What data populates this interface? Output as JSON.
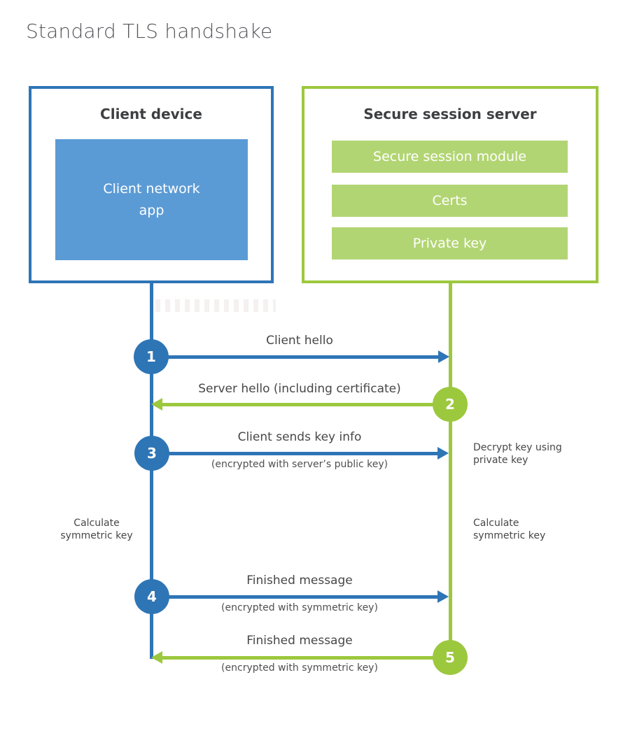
{
  "title": "Standard TLS handshake",
  "client": {
    "title": "Client device",
    "app_label": "Client network\napp"
  },
  "server": {
    "title": "Secure session server",
    "modules": [
      "Secure session module",
      "Certs",
      "Private key"
    ]
  },
  "steps": [
    {
      "number": "1",
      "actor": "client",
      "direction": "right",
      "label": "Client hello",
      "sublabel": ""
    },
    {
      "number": "2",
      "actor": "server",
      "direction": "left",
      "label": "Server hello (including certificate)",
      "sublabel": ""
    },
    {
      "number": "3",
      "actor": "client",
      "direction": "right",
      "label": "Client sends key info",
      "sublabel": "(encrypted with server’s public key)"
    },
    {
      "number": "4",
      "actor": "client",
      "direction": "right",
      "label": "Finished message",
      "sublabel": "(encrypted with symmetric key)"
    },
    {
      "number": "5",
      "actor": "server",
      "direction": "left",
      "label": "Finished message",
      "sublabel": "(encrypted with symmetric key)"
    }
  ],
  "notes": {
    "decrypt": "Decrypt key using\nprivate key",
    "calc_left": "Calculate\nsymmetric key",
    "calc_right": "Calculate\nsymmetric key"
  },
  "colors": {
    "client_blue": "#2E75B6",
    "client_blue_fill": "#5B9BD5",
    "server_green": "#9CC83E",
    "server_green_fill": "#B2D573",
    "heading_text": "#3D3F42",
    "label_text": "#474747",
    "title_text": "#55565A",
    "white": "#FFFFFF"
  }
}
